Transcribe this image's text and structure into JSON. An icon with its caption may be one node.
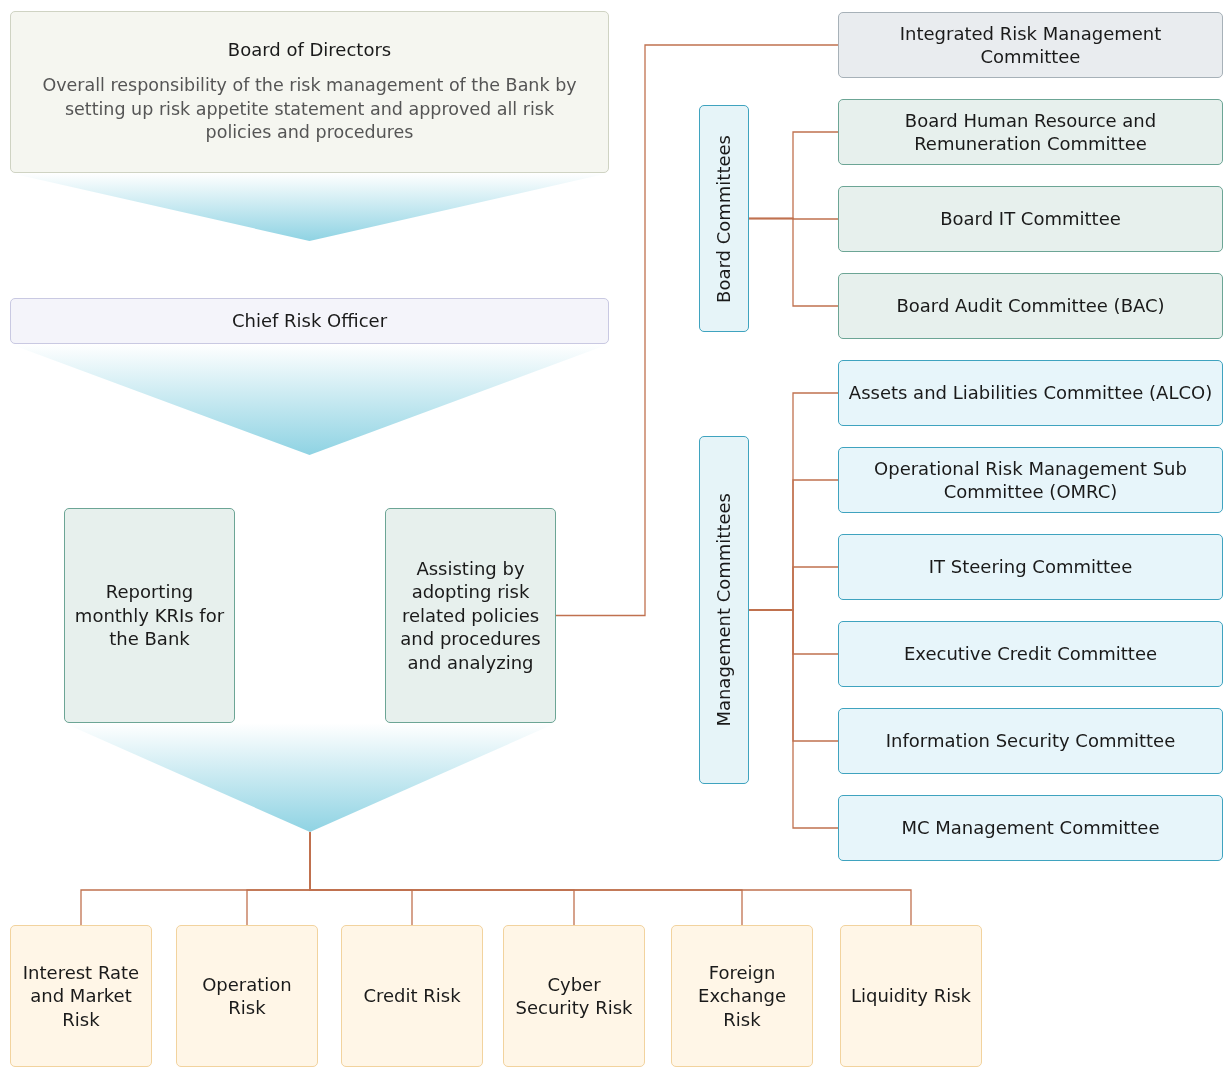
{
  "diagram": {
    "nodes": [
      {
        "text": [
          "Board of Directors",
          "Overall responsibility of the risk management of the Bank by setting up risk appetite statement and approved all risk policies and procedures"
        ]
      },
      {
        "text": [],
        "shape": "triangle"
      },
      {
        "text": [
          "Chief Risk Officer"
        ]
      },
      {
        "text": [],
        "shape": "triangle"
      },
      {
        "text": [
          "Reporting monthly KRIs for the Bank"
        ]
      },
      {
        "text": [
          "Assisting by adopting risk related policies and procedures and analyzing"
        ]
      },
      {
        "text": [],
        "shape": "triangle"
      },
      {
        "text": [
          "Interest Rate and Market Risk"
        ]
      },
      {
        "text": [
          "Operation Risk"
        ]
      },
      {
        "text": [
          "Credit Risk"
        ]
      },
      {
        "text": [
          "Cyber Security Risk"
        ]
      },
      {
        "text": [
          "Foreign Exchange Risk"
        ]
      },
      {
        "text": [
          "Liquidity Risk"
        ]
      },
      {
        "text": [
          "Integrated Risk Management Committee"
        ]
      },
      {
        "text": [
          "Board Committees"
        ]
      },
      {
        "text": [
          "Board Human Resource and Remuneration Committee"
        ]
      },
      {
        "text": [
          "Board IT Committee"
        ]
      },
      {
        "text": [
          "Board Audit Committee (BAC)"
        ]
      },
      {
        "text": [
          "Management Committees"
        ]
      },
      {
        "text": [
          "Assets and Liabilities Committee (ALCO)"
        ]
      },
      {
        "text": [
          "Operational Risk Management Sub Committee (OMRC)"
        ]
      },
      {
        "text": [
          "IT Steering Committee"
        ]
      },
      {
        "text": [
          "Executive Credit Committee"
        ]
      },
      {
        "text": [
          "Information Security Committee"
        ]
      },
      {
        "text": [
          "MC Management Committee"
        ]
      }
    ],
    "edges": [
      {
        "from": 6,
        "to": 7,
        "arrow": "none"
      },
      {
        "from": 6,
        "to": 8,
        "arrow": "none"
      },
      {
        "from": 6,
        "to": 9,
        "arrow": "none"
      },
      {
        "from": 6,
        "to": 10,
        "arrow": "none"
      },
      {
        "from": 6,
        "to": 11,
        "arrow": "none"
      },
      {
        "from": 6,
        "to": 12,
        "arrow": "none"
      },
      {
        "from": 5,
        "to": 13,
        "arrow": "none"
      },
      {
        "from": 14,
        "to": 15,
        "arrow": "none"
      },
      {
        "from": 14,
        "to": 16,
        "arrow": "none"
      },
      {
        "from": 14,
        "to": 17,
        "arrow": "none"
      },
      {
        "from": 18,
        "to": 19,
        "arrow": "none"
      },
      {
        "from": 18,
        "to": 20,
        "arrow": "none"
      },
      {
        "from": 18,
        "to": 21,
        "arrow": "none"
      },
      {
        "from": 18,
        "to": 22,
        "arrow": "none"
      },
      {
        "from": 18,
        "to": 23,
        "arrow": "none"
      },
      {
        "from": 18,
        "to": 24,
        "arrow": "none"
      }
    ]
  }
}
